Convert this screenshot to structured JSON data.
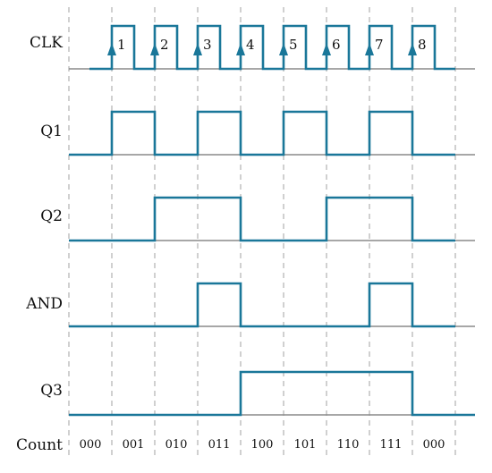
{
  "signals": [
    {
      "name": "CLK",
      "type": "clock"
    },
    {
      "name": "Q1",
      "levels": [
        0,
        1,
        0,
        1,
        0,
        1,
        0,
        1,
        0
      ]
    },
    {
      "name": "Q2",
      "levels": [
        0,
        0,
        1,
        1,
        0,
        0,
        1,
        1,
        0
      ]
    },
    {
      "name": "AND",
      "levels": [
        0,
        0,
        0,
        1,
        0,
        0,
        0,
        1,
        0
      ]
    },
    {
      "name": "Q3",
      "levels": [
        0,
        0,
        0,
        0,
        1,
        1,
        1,
        1,
        0
      ]
    }
  ],
  "clock_edges": [
    "1",
    "2",
    "3",
    "4",
    "5",
    "6",
    "7",
    "8"
  ],
  "count": {
    "label": "Count",
    "values": [
      "000",
      "001",
      "010",
      "011",
      "100",
      "101",
      "110",
      "111",
      "000"
    ]
  },
  "colors": {
    "wave": "#1a7799",
    "baseline": "#8a8a8a",
    "grid": "#c4c4c4"
  }
}
